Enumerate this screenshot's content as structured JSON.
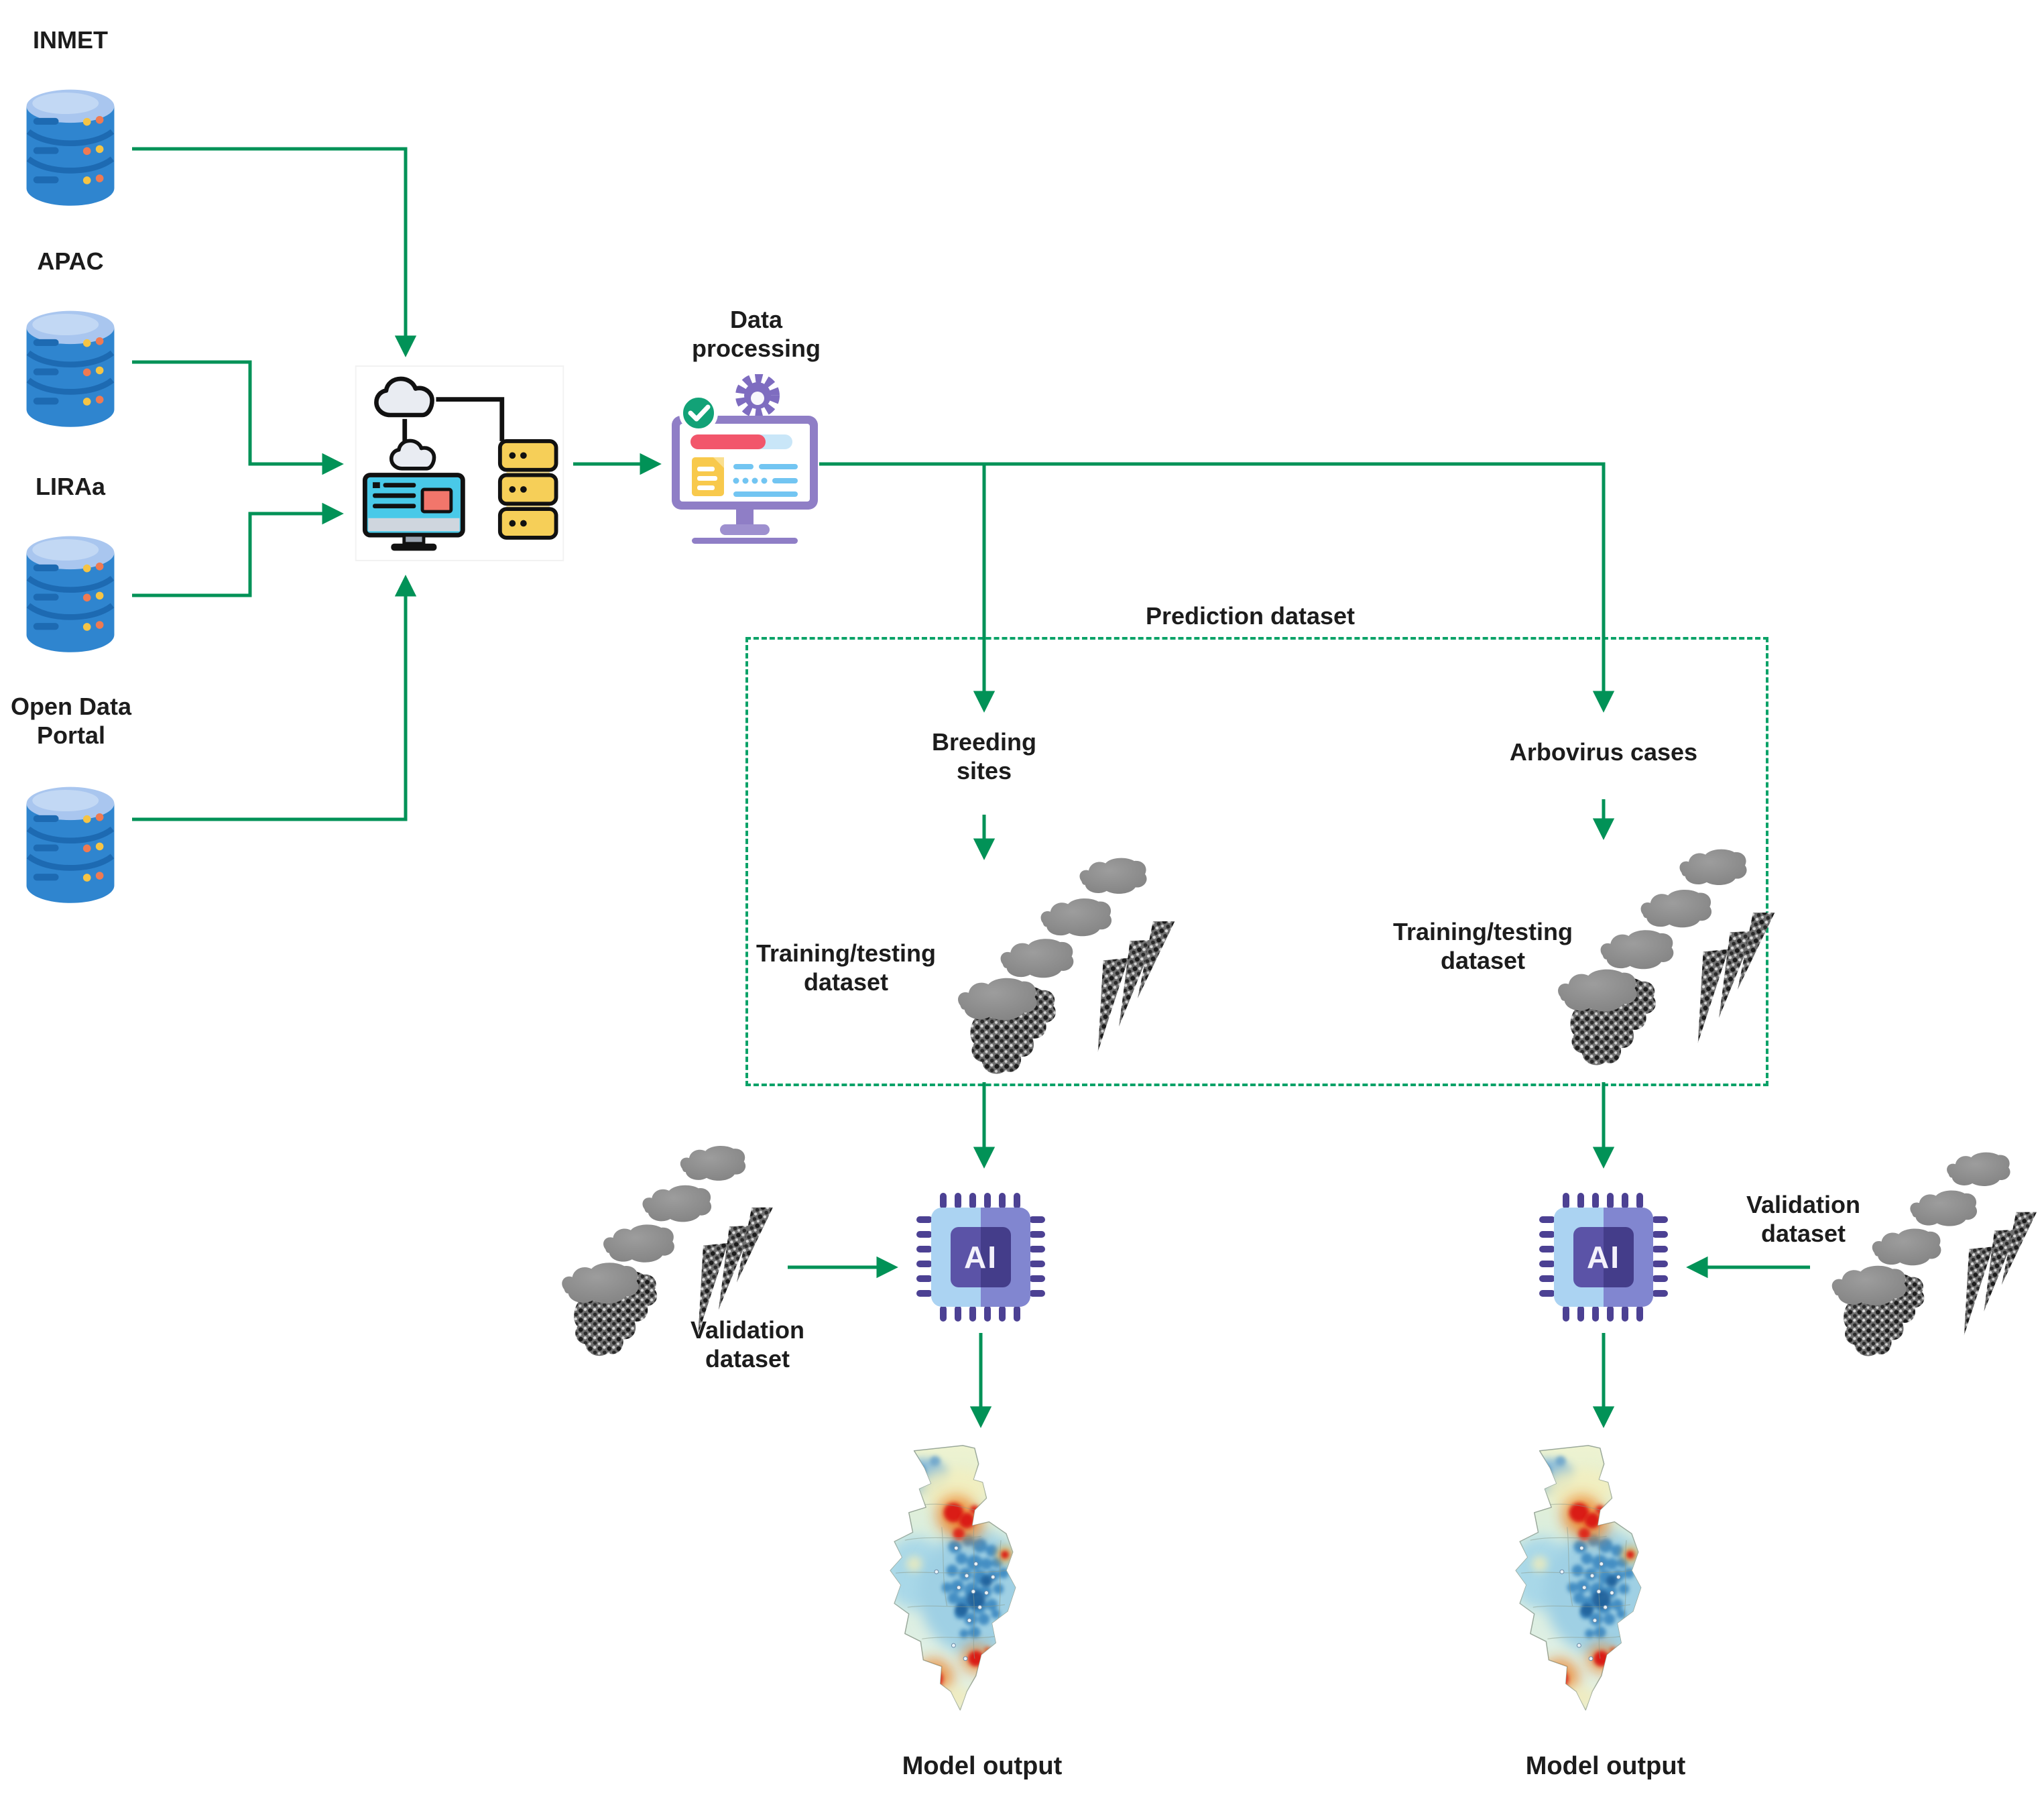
{
  "figure": {
    "type": "arbovirus-prediction-pipeline-flow-diagram",
    "background": "#ffffff",
    "accent_green": "#019257",
    "dash_green": "#0aa268"
  },
  "sources": [
    {
      "label": "INMET"
    },
    {
      "label": "APAC"
    },
    {
      "label": "LIRAa"
    },
    {
      "label": "Open Data Portal"
    }
  ],
  "icons": {
    "source": "database-cylinder-icon",
    "hub": "cloud-server-computer-icon",
    "processing": "monitor-gear-check-icon",
    "dataset": "grayscale-map-layers-icon",
    "model": "ai-chip-icon",
    "output": "heatmap-region-icon"
  },
  "processing": {
    "label": "Data processing"
  },
  "prediction": {
    "box_label": "Prediction dataset",
    "branches": [
      {
        "input_label": "Breeding sites",
        "dataset_label": "Training/testing dataset"
      },
      {
        "input_label": "Arbovirus cases",
        "dataset_label": "Training/testing dataset"
      }
    ]
  },
  "validation": [
    {
      "label": "Validation dataset"
    },
    {
      "label": "Validation dataset"
    }
  ],
  "ai_chip": {
    "label": "AI"
  },
  "outputs": [
    {
      "label": "Model output"
    },
    {
      "label": "Model output"
    }
  ]
}
